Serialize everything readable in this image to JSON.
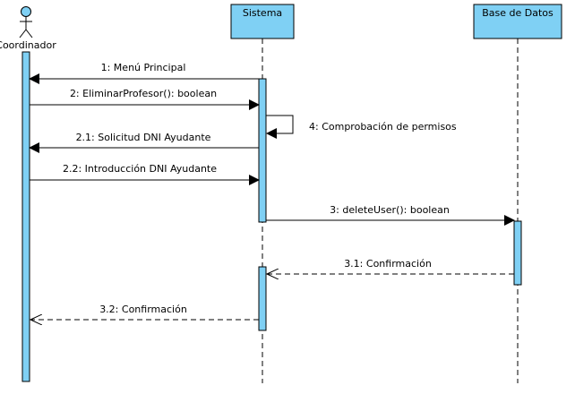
{
  "actors": {
    "coordinador": {
      "label": "Coordinador"
    }
  },
  "objects": {
    "sistema": {
      "label": "Sistema"
    },
    "base_de_datos": {
      "label": "Base de Datos"
    }
  },
  "messages": [
    {
      "label": "1: Menú Principal",
      "kind": "sync"
    },
    {
      "label": "2: EliminarProfesor(): boolean",
      "kind": "sync"
    },
    {
      "label": "4: Comprobación de permisos",
      "kind": "self"
    },
    {
      "label": "2.1: Solicitud DNI Ayudante",
      "kind": "sync"
    },
    {
      "label": "2.2: Introducción DNI Ayudante",
      "kind": "sync"
    },
    {
      "label": "3: deleteUser(): boolean",
      "kind": "sync"
    },
    {
      "label": "3.1: Confirmación",
      "kind": "return"
    },
    {
      "label": "3.2: Confirmación",
      "kind": "return"
    }
  ],
  "colors": {
    "fill": "#7fd0f4",
    "stroke": "#000000"
  }
}
